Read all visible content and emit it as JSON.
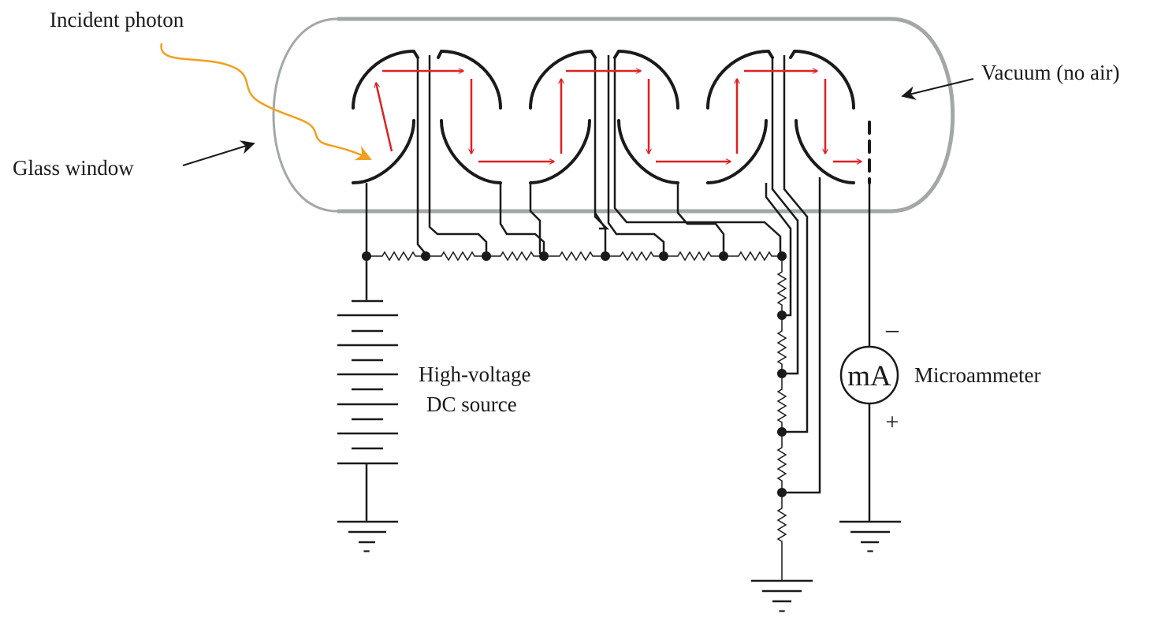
{
  "labels": {
    "incident_photon": "Incident photon",
    "glass_window": "Glass window",
    "vacuum": "Vacuum (no air)",
    "hv_source_line1": "High-voltage",
    "hv_source_line2": "DC source",
    "meter_unit": "mA",
    "microammeter": "Microammeter",
    "meter_minus": "–",
    "meter_plus": "+",
    "ground_sign": "-"
  },
  "colors": {
    "tube_glass": "#a3a8a6",
    "electron_path": "#e02020",
    "photon": "#f0a020",
    "wire": "#1a1a1a"
  }
}
